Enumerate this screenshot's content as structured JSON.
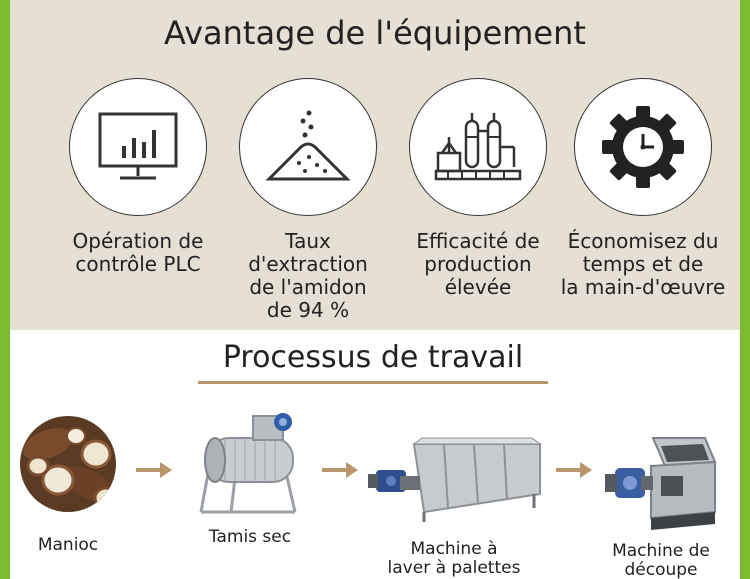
{
  "advantages": {
    "title": "Avantage de l'équipement",
    "items": [
      {
        "label": "Opération de\ncontrôle PLC",
        "icon": "monitor-chart-icon"
      },
      {
        "label": "Taux\nd'extraction\nde l'amidon\nde 94 %",
        "icon": "starch-pile-icon"
      },
      {
        "label": "Efficacité de\nproduction\nélevée",
        "icon": "factory-icon"
      },
      {
        "label": "Économisez du\ntemps et de\nla main-d'œuvre",
        "icon": "gear-clock-icon"
      }
    ]
  },
  "process": {
    "title": "Processus de travail",
    "steps": [
      {
        "label": "Manioc",
        "image": "cassava-image"
      },
      {
        "label": "Tamis sec",
        "image": "dry-sieve-image"
      },
      {
        "label": "Machine à\nlaver à palettes",
        "image": "paddle-washer-image"
      },
      {
        "label": "Machine de\ndécoupe",
        "image": "cutting-machine-image"
      }
    ]
  },
  "colors": {
    "frame": "#7dbb2e",
    "panel": "#e6dfd3",
    "accent": "#b89868"
  }
}
